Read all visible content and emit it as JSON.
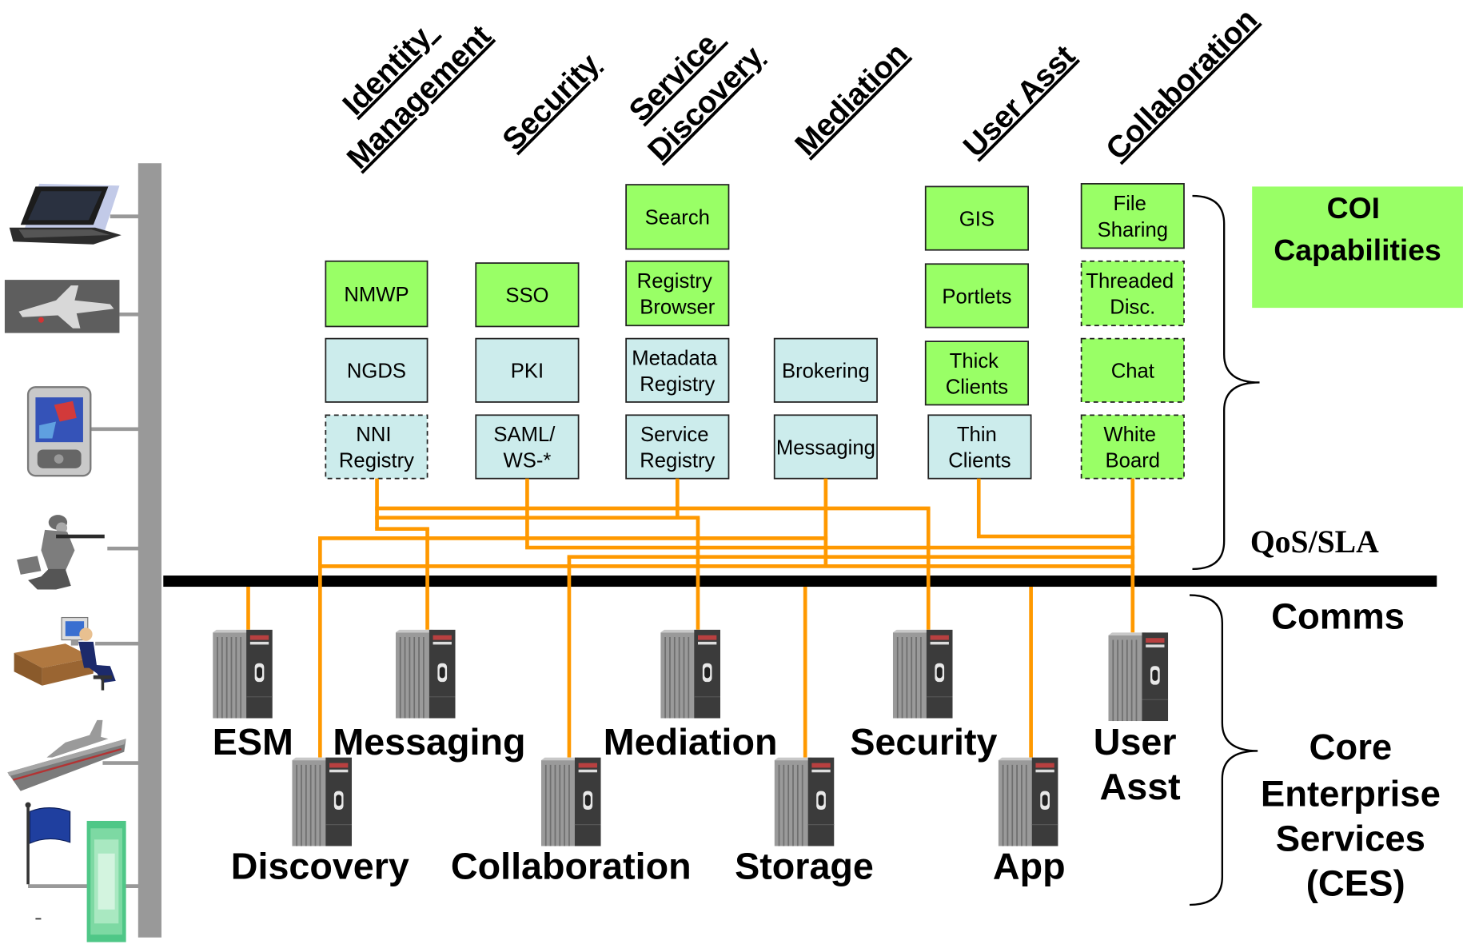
{
  "headers": {
    "identity_management": [
      "Identity",
      "Management"
    ],
    "security": [
      "Security"
    ],
    "service_discovery": [
      "Service",
      "Discovery"
    ],
    "mediation": [
      "Mediation"
    ],
    "user_asst": [
      "User Asst"
    ],
    "collaboration": [
      "Collaboration"
    ]
  },
  "capability_boxes": {
    "identity_management": {
      "nmwp": [
        "NMWP"
      ],
      "ngds": [
        "NGDS"
      ],
      "nni_registry": [
        "NNI",
        "Registry"
      ]
    },
    "security": {
      "sso": [
        "SSO"
      ],
      "pki": [
        "PKI"
      ],
      "saml_ws": [
        "SAML/",
        "WS-*"
      ]
    },
    "service_discovery": {
      "search": [
        "Search"
      ],
      "registry_browser": [
        "Registry",
        "Browser"
      ],
      "metadata_registry": [
        "Metadata",
        "Registry"
      ],
      "service_registry": [
        "Service",
        "Registry"
      ]
    },
    "mediation": {
      "brokering": [
        "Brokering"
      ],
      "messaging": [
        "Messaging"
      ]
    },
    "user_asst": {
      "gis": [
        "GIS"
      ],
      "portlets": [
        "Portlets"
      ],
      "thick_clients": [
        "Thick",
        "Clients"
      ],
      "thin_clients": [
        "Thin",
        "Clients"
      ]
    },
    "collaboration": {
      "file_sharing": [
        "File",
        "Sharing"
      ],
      "threaded_disc": [
        "Threaded",
        "Disc."
      ],
      "chat": [
        "Chat"
      ],
      "white_board": [
        "White",
        "Board"
      ]
    }
  },
  "legend_labels": {
    "coi_capabilities": [
      "COI",
      "Capabilities"
    ],
    "qos_sla": "QoS/SLA",
    "comms": "Comms",
    "core_enterprise_services": [
      "Core",
      "Enterprise",
      "Services",
      "(CES)"
    ]
  },
  "core_services": {
    "esm": [
      "ESM"
    ],
    "messaging": [
      "Messaging"
    ],
    "mediation": [
      "Mediation"
    ],
    "security": [
      "Security"
    ],
    "user_asst": [
      "User",
      "Asst"
    ],
    "discovery": [
      "Discovery"
    ],
    "collaboration": [
      "Collaboration"
    ],
    "storage": [
      "Storage"
    ],
    "app": [
      "App"
    ]
  },
  "device_icons": [
    "laptop-icon",
    "fighter-jet-icon",
    "pda-icon",
    "soldier-icon",
    "workstation-operator-icon",
    "ship-icon",
    "flag-icon",
    "green-panel-icon"
  ],
  "colors": {
    "coi_green": "#99FF66",
    "ces_blue": "#CCECEC",
    "connector_orange": "#FF9900",
    "bus_black": "#000000",
    "device_bar_gray": "#999999"
  }
}
